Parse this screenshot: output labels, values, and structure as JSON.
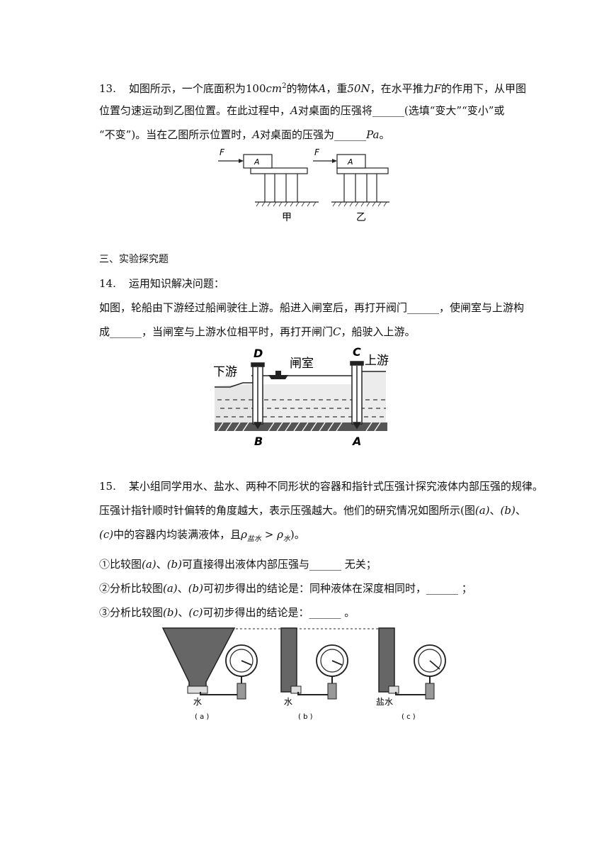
{
  "q13": {
    "number": "13.",
    "line1": {
      "a": "如图所示，一个底面积为",
      "area_num": "100",
      "area_unit": "cm",
      "area_exp": "2",
      "b": "的物体",
      "obj": "A",
      "c": "，重",
      "weight": "50N",
      "d": "，在水平推力",
      "force": "F",
      "e": "的作用下，从甲图"
    },
    "line2": {
      "a": "位置匀速运动到乙图位置。在此过程中，",
      "obj": "A",
      "b": "对桌面的压强将",
      "blank": "______",
      "c": "(选填“变大”“变小”或"
    },
    "line3": {
      "a": "“不变”)。当在乙图所示位置时，",
      "obj": "A",
      "b": "对桌面的压强为",
      "blank": "______",
      "unit": "Pa",
      "c": "。"
    },
    "figure": {
      "force_label": "F",
      "block_label": "A",
      "left_caption": "甲",
      "right_caption": "乙"
    }
  },
  "section3": {
    "title": "三、实验探究题"
  },
  "q14": {
    "number": "14.",
    "intro": "运用知识解决问题：",
    "line1": {
      "a": "如图，轮船由下游经过船闸驶往上游。船进入闸室后，再打开阀门",
      "blank": "______",
      "b": "，使闸室与上游构"
    },
    "line2": {
      "a": "成",
      "blank": "______",
      "b": "，当闸室与上游水位相平时，再打开闸门",
      "gate": "C",
      "c": "，船驶入上游。"
    },
    "figure": {
      "downstream": "下游",
      "chamber": "闸室",
      "upstream": "上游",
      "gate_d": "D",
      "gate_c": "C",
      "valve_b": "B",
      "valve_a": "A"
    }
  },
  "q15": {
    "number": "15.",
    "line1": "某小组同学用水、盐水、两种不同形状的容器和指针式压强计探究液体内部压强的规律。",
    "line2": {
      "a": "压强计指针顺时针偏转的角度越大，表示压强越大。他们的研究情况如图所示(图",
      "fa": "(a)",
      "sep": "、",
      "fb": "(b)",
      "c": "、"
    },
    "line3": {
      "fc": "(c)",
      "a": "中的容器内均装满液体，且",
      "rho": "ρ",
      "sub1": "盐水",
      "gt": " > ",
      "rho2": "ρ",
      "sub2": "水",
      "b": ")。"
    },
    "item1": {
      "a": "①比较图",
      "fa": "(a)",
      "sep": "、",
      "fb": "(b)",
      "b": "可直接得出液体内部压强与",
      "blank": "______",
      "c": " 无关；"
    },
    "item2": {
      "a": "②分析比较图",
      "fa": "(a)",
      "sep": "、",
      "fb": "(b)",
      "b": "可初步得出的结论是：同种液体在深度相同时，",
      "blank": "______",
      "c": " ；"
    },
    "item3": {
      "a": "③分析比较图",
      "fb": "(b)",
      "sep": "、",
      "fc": "(c)",
      "b": "可初步得出的结论是：",
      "blank": "______",
      "c": " 。"
    },
    "figure": {
      "liquid_a": "水",
      "liquid_b": "水",
      "liquid_c": "盐水",
      "cap_a": "( a )",
      "cap_b": "( b )",
      "cap_c": "( c )"
    }
  }
}
